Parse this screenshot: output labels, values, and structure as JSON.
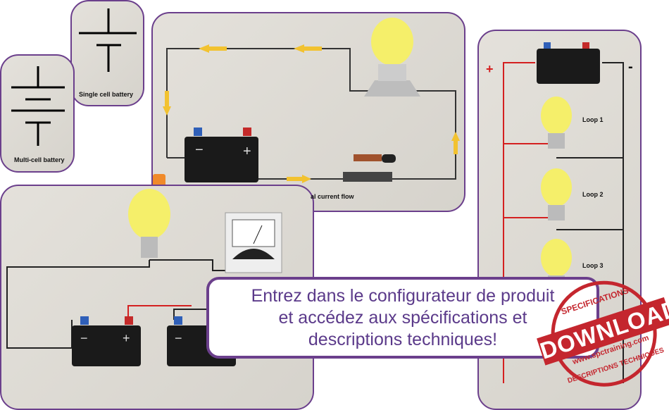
{
  "panels": {
    "multi_cell": {
      "label": "Multi-cell battery"
    },
    "single_cell": {
      "label": "Single cell battery"
    },
    "main_circuit": {
      "label": "al current flow"
    },
    "parallel": {
      "plus": "+",
      "minus": "-",
      "loops": [
        "Loop 1",
        "Loop 2",
        "Loop 3"
      ]
    },
    "series": {}
  },
  "callout": {
    "line1": "Entrez dans le configurateur de produit",
    "line2": "et accédez aux spécifications et",
    "line3": "descriptions techniques!"
  },
  "stamp": {
    "top": "SPECIFICATIONS",
    "main": "DOWNLOAD",
    "url": "www.spctraining.com",
    "bottom": "DESCRIPTIONS TECHNIQUES"
  },
  "battery": {
    "minus": "−",
    "plus": "+"
  },
  "colors": {
    "border": "#6b3f8c",
    "stamp": "#c4262e",
    "wire_red": "#d42020",
    "arrow": "#f2c230"
  }
}
